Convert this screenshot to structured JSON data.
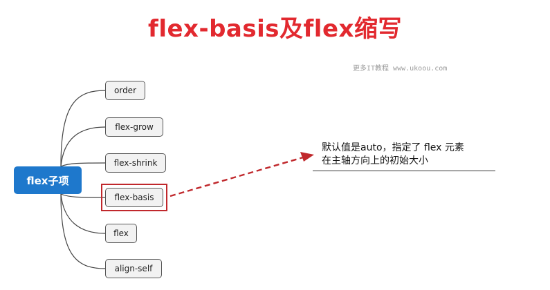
{
  "title": "flex-basis及flex缩写",
  "watermark": "更多IT教程 www.ukoou.com",
  "root": {
    "label": "flex子项"
  },
  "children": [
    {
      "id": "order",
      "label": "order"
    },
    {
      "id": "flex-grow",
      "label": "flex-grow"
    },
    {
      "id": "flex-shrink",
      "label": "flex-shrink"
    },
    {
      "id": "flex-basis",
      "label": "flex-basis",
      "highlighted": true
    },
    {
      "id": "flex",
      "label": "flex"
    },
    {
      "id": "align-self",
      "label": "align-self"
    }
  ],
  "note": {
    "line1": "默认值是auto，指定了 flex 元素",
    "line2": "在主轴方向上的初始大小"
  },
  "colors": {
    "title": "#e2292f",
    "root_bg": "#1e78cc",
    "highlight": "#c0282c",
    "arrow": "#c0282c"
  }
}
